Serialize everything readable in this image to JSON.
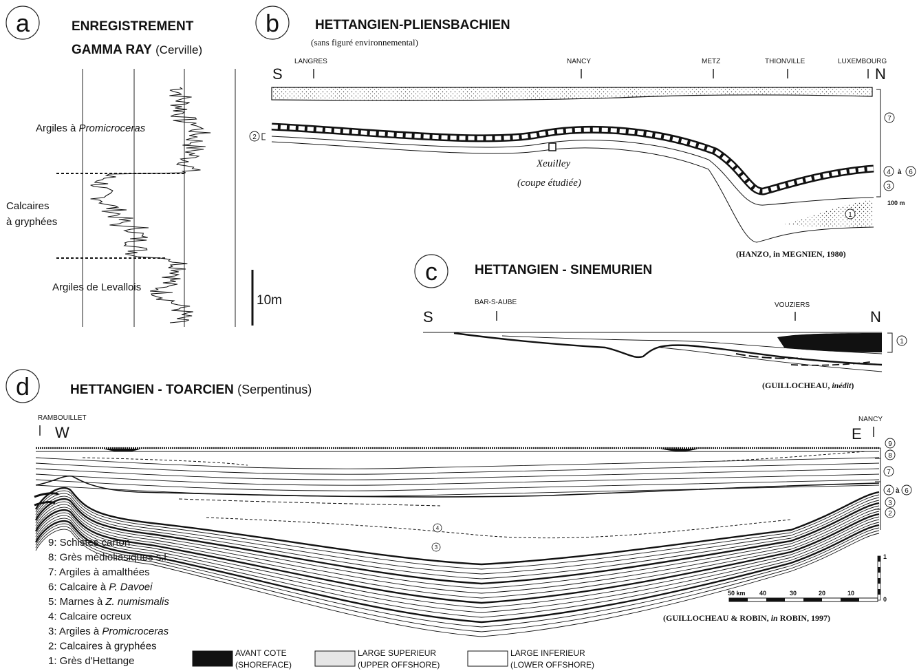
{
  "panel_a": {
    "letter": "a",
    "title_line1": "ENREGISTREMENT",
    "title_line2_bold": "GAMMA RAY",
    "title_line2_suffix": "(Cerville)",
    "label_promicroceras_prefix": "Argiles à",
    "label_promicroceras_italic": "Promicroceras",
    "label_gryphees_1": "Calcaires",
    "label_gryphees_2": "à gryphées",
    "label_levallois": "Argiles de Levallois",
    "scale_label": "10m"
  },
  "panel_b": {
    "letter": "b",
    "title": "HETTANGIEN-PLIENSBACHIEN",
    "subtitle": "(sans figuré environnemental)",
    "south": "S",
    "north": "N",
    "places": [
      "LANGRES",
      "NANCY",
      "METZ",
      "THIONVILLE",
      "LUXEMBOURG"
    ],
    "xeuilley": "Xeuilley",
    "coupe": "(coupe étudiée)",
    "unit_7": "7",
    "unit_4": "4",
    "unit_a": "à",
    "unit_6": "6",
    "unit_3": "3",
    "unit_2": "2",
    "unit_1": "1",
    "scale": "100 m",
    "source": "(HANZO, in MEGNIEN, 1980)"
  },
  "panel_c": {
    "letter": "c",
    "title": "HETTANGIEN - SINEMURIEN",
    "south": "S",
    "north": "N",
    "places": [
      "BAR-S-AUBE",
      "VOUZIERS"
    ],
    "unit_1": "1",
    "source_prefix": "(GUILLOCHEAU,",
    "source_italic": "inédit",
    "source_suffix": ")"
  },
  "panel_d": {
    "letter": "d",
    "title_bold": "HETTANGIEN - TOARCIEN",
    "title_suffix": "(Serpentinus)",
    "west_place": "RAMBOUILLET",
    "east_place": "NANCY",
    "west": "W",
    "east": "E",
    "units_right": [
      "9",
      "8",
      "7",
      "4",
      "à",
      "6",
      "3",
      "2"
    ],
    "marker_4": "4",
    "marker_3": "3",
    "scale_labels": [
      "50 km",
      "40",
      "30",
      "20",
      "10"
    ],
    "vscale_top": "1",
    "vscale_bottom": "0",
    "source_prefix": "(GUILLOCHEAU & ROBIN,",
    "source_italic": "in",
    "source_suffix": "ROBIN, 1997)",
    "legend_items": [
      {
        "text": "9: Schistes carton"
      },
      {
        "text": "8: Grès médioliasiques s.l."
      },
      {
        "text": "7: Argiles à amalthées"
      },
      {
        "prefix": "6: Calcaire à ",
        "italic": "P. Davoei"
      },
      {
        "prefix": "5: Marnes à ",
        "italic": "Z. numismalis"
      },
      {
        "text": "4: Calcaire ocreux"
      },
      {
        "prefix": "3: Argiles à ",
        "italic": "Promicroceras"
      },
      {
        "text": "2: Calcaires à gryphées"
      },
      {
        "text": "1: Grès d'Hettange"
      }
    ],
    "facies": [
      {
        "line1": "AVANT COTE",
        "line2": "(SHOREFACE)",
        "fill": "#111111"
      },
      {
        "line1": "LARGE SUPERIEUR",
        "line2": "(UPPER OFFSHORE)",
        "fill": "#e6e6e6"
      },
      {
        "line1": "LARGE INFERIEUR",
        "line2": "(LOWER OFFSHORE)",
        "fill": "#ffffff"
      }
    ]
  }
}
